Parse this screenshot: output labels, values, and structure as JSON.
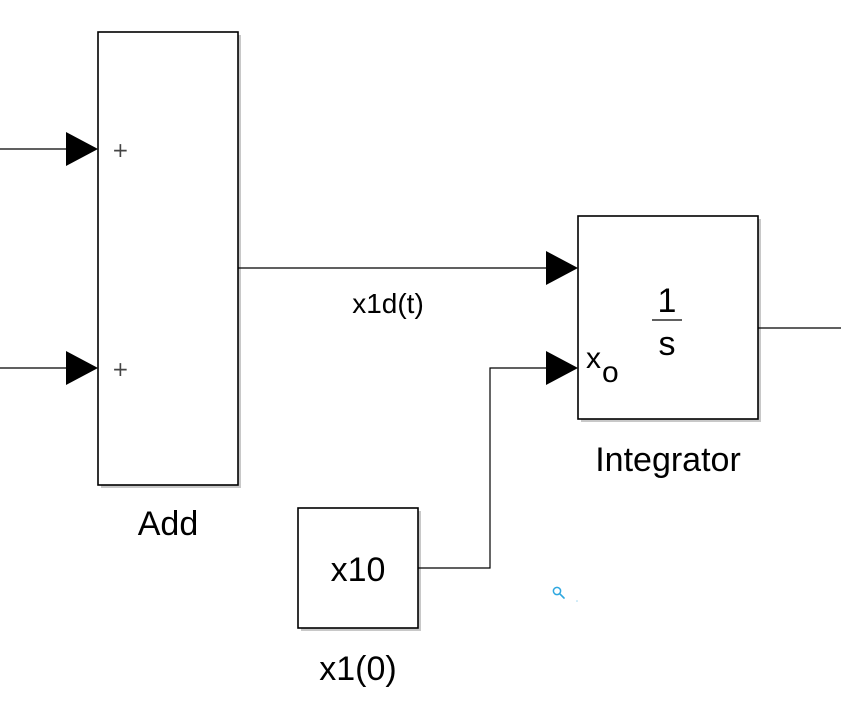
{
  "blocks": {
    "add": {
      "name": "Add",
      "port_signs": [
        "+",
        "+"
      ]
    },
    "integrator": {
      "name": "Integrator",
      "numerator": "1",
      "denominator": "s",
      "ic_port_label": "x",
      "ic_port_subscript": "o"
    },
    "constant": {
      "name": "x1(0)",
      "value": "x10"
    }
  },
  "signals": {
    "add_to_integrator": "x1d(t)"
  },
  "icons": {
    "zoom": "magnifier-icon"
  },
  "colors": {
    "line": "#000000",
    "zoom_icon": "#2fa8e0"
  }
}
